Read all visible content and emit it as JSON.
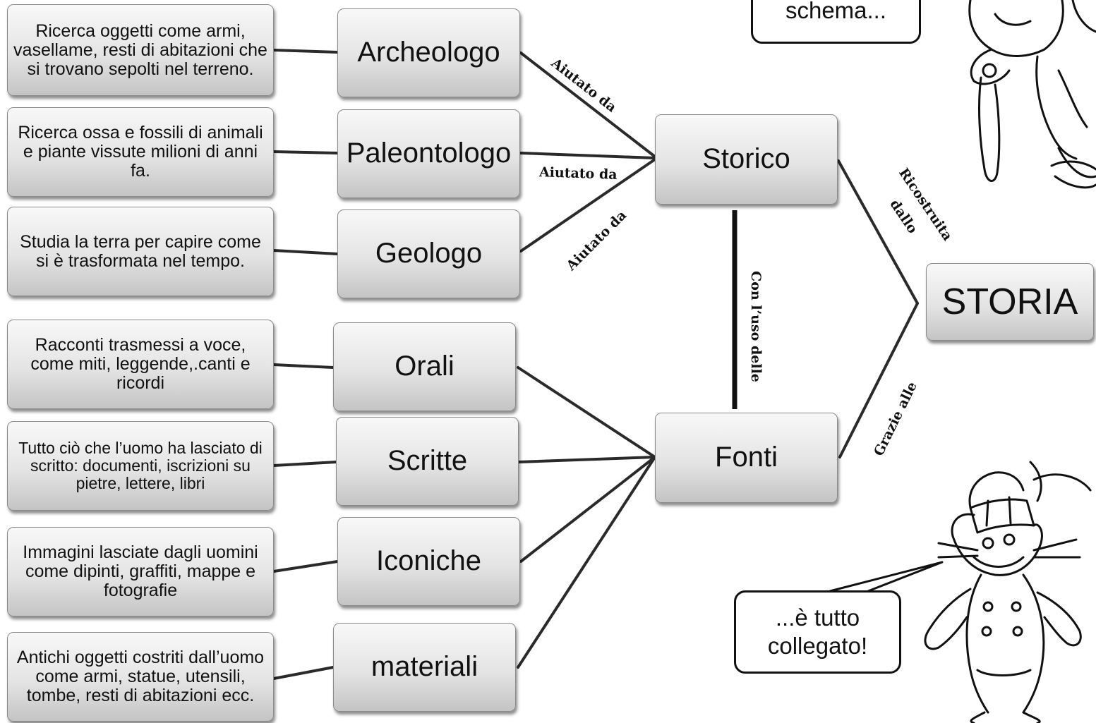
{
  "descriptions": {
    "archeologo": "Ricerca oggetti come armi, vasellame, resti di abitazioni che si trovano sepolti nel terreno.",
    "paleontologo": "Ricerca ossa e fossili di animali e piante vissute milioni di anni fa.",
    "geologo": "Studia la terra per capire come si è trasformata nel tempo.",
    "orali": "Racconti trasmessi a voce, come miti, leggende,.canti e ricordi",
    "scritte": "Tutto ciò che l’uomo ha lasciato di scritto: documenti, iscrizioni su pietre, lettere, libri",
    "iconiche": "Immagini  lasciate dagli uomini come dipinti, graffiti, mappe e fotografie",
    "materiali": "Antichi oggetti costriti dall’uomo come armi, statue, utensili, tombe, resti di abitazioni  ecc."
  },
  "nodes": {
    "archeologo": "Archeologo",
    "paleontologo": "Paleontologo",
    "geologo": "Geologo",
    "orali": "Orali",
    "scritte": "Scritte",
    "iconiche": "Iconiche",
    "materiali": "materiali",
    "storico": "Storico",
    "fonti": "Fonti",
    "storia": "STORIA"
  },
  "edge_labels": {
    "aiutato_1": "Aiutato da",
    "aiutato_2": "Aiutato da",
    "aiutato_3": "Aiutato da",
    "con_uso": "Con  l’uso  delle",
    "ricostruita": "Ricostruita",
    "dallo": "dallo",
    "grazie": "Grazie alle"
  },
  "bubbles": {
    "top": "schema...",
    "bottom_line1": "...è  tutto",
    "bottom_line2": "collegato!"
  },
  "illustrations": [
    "cartoon-character-leaning-on-cane",
    "cartoon-mouse-with-hat"
  ]
}
